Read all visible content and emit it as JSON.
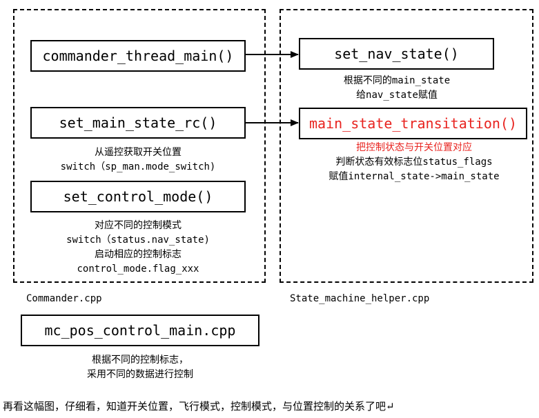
{
  "colors": {
    "highlight": "#e8231f",
    "stroke": "#000000"
  },
  "groups": {
    "commander_label": "Commander.cpp",
    "helper_label": "State_machine_helper.cpp"
  },
  "functions": {
    "commander_thread_main": "commander_thread_main()",
    "set_main_state_rc": "set_main_state_rc()",
    "set_control_mode": "set_control_mode()",
    "set_nav_state": "set_nav_state()",
    "main_state_transitation": "main_state_transitation()",
    "mc_pos_control_main": "mc_pos_control_main.cpp"
  },
  "notes": {
    "rc": [
      "从遥控获取开关位置",
      "switch（sp_man.mode_switch)"
    ],
    "control_mode": [
      "对应不同的控制模式",
      "switch（status.nav_state)",
      "启动相应的控制标志",
      "control_mode.flag_xxx"
    ],
    "nav_state": [
      "根据不同的main_state",
      "给nav_state赋值"
    ],
    "transition": [
      "把控制状态与开关位置对应",
      "判断状态有效标志位status_flags",
      "赋值internal_state->main_state"
    ],
    "pos_control": [
      "根据不同的控制标志，",
      "采用不同的数据进行控制"
    ]
  },
  "caption": "再看这幅图，仔细看，知道开关位置，飞行模式，控制模式，与位置控制的关系了吧↵"
}
